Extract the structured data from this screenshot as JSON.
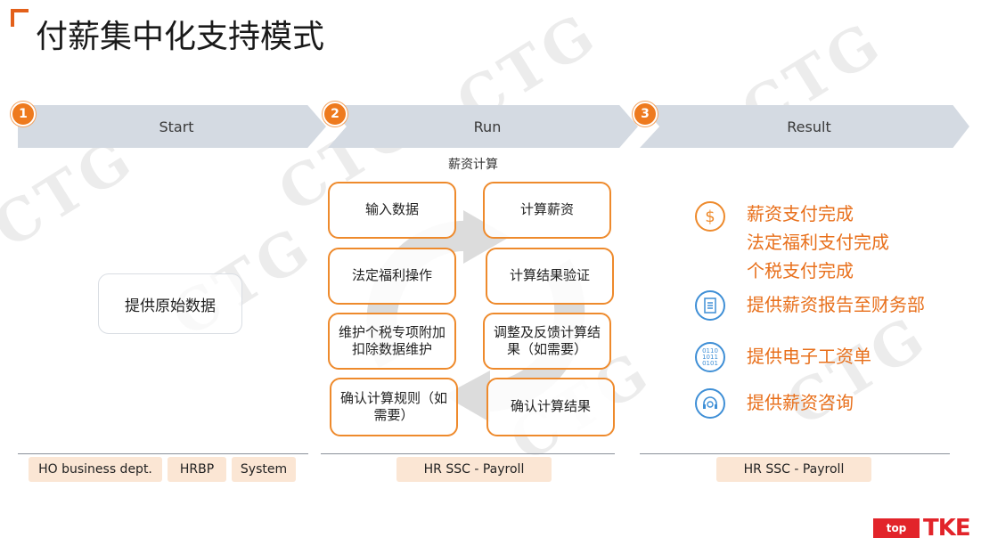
{
  "page": {
    "title": "付薪集中化支持模式"
  },
  "steps": [
    {
      "number": "1",
      "label": "Start"
    },
    {
      "number": "2",
      "label": "Run"
    },
    {
      "number": "3",
      "label": "Result"
    }
  ],
  "start": {
    "box": "提供原始数据"
  },
  "run": {
    "subtitle": "薪资计算",
    "left_boxes": [
      "输入数据",
      "法定福利操作",
      "维护个税专项附加扣除数据维护",
      "确认计算规则（如需要）"
    ],
    "right_boxes": [
      "计算薪资",
      "计算结果验证",
      "调整及反馈计算结果（如需要）",
      "确认计算结果"
    ]
  },
  "result": {
    "items": [
      {
        "icon": "dollar-icon",
        "lines": [
          "薪资支付完成",
          "法定福利支付完成",
          "个税支付完成"
        ]
      },
      {
        "icon": "document-icon",
        "lines": [
          "提供薪资报告至财务部"
        ]
      },
      {
        "icon": "binary-data-icon",
        "lines": [
          "提供电子工资单"
        ]
      },
      {
        "icon": "headset-icon",
        "lines": [
          "提供薪资咨询"
        ]
      }
    ]
  },
  "footer_tags": {
    "start": [
      "HO business dept.",
      "HRBP",
      "System"
    ],
    "run": [
      "HR SSC - Payroll"
    ],
    "result": [
      "HR SSC - Payroll"
    ]
  },
  "watermark": "CTG",
  "brand": {
    "award_logo": "top",
    "logo": "TKE"
  },
  "colors": {
    "accent": "#ee7a1e",
    "chevron": "#d4dae2",
    "icon_blue": "#3f8fd6",
    "tag_bg": "#fbe6d4"
  }
}
